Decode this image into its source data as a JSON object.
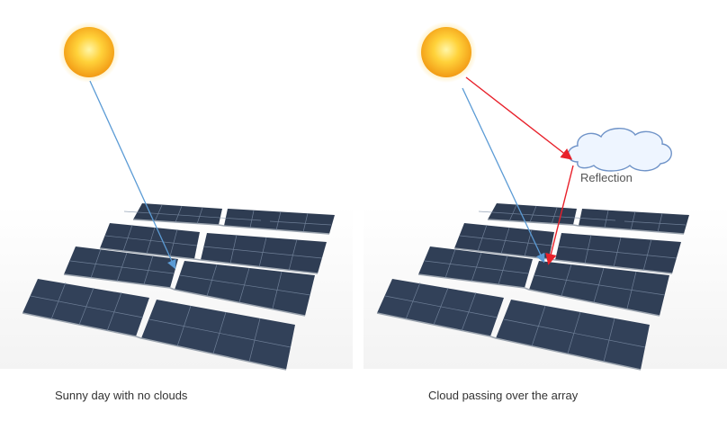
{
  "panels": [
    {
      "id": "left",
      "caption": "Sunny day with no clouds"
    },
    {
      "id": "right",
      "caption": "Cloud passing over the array",
      "cloud_label": "Reflection"
    }
  ],
  "colors": {
    "sun_core": "#ffd23a",
    "sun_edge": "#f6a11a",
    "direct_ray": "#5b9bd5",
    "reflected_ray": "#e8202a",
    "panel": "#2e3c52",
    "panel_grid": "#8fa0b8",
    "cloud_fill": "#eef5ff",
    "cloud_stroke": "#6f93c8"
  },
  "icons": [
    "sun-icon",
    "cloud-icon"
  ]
}
